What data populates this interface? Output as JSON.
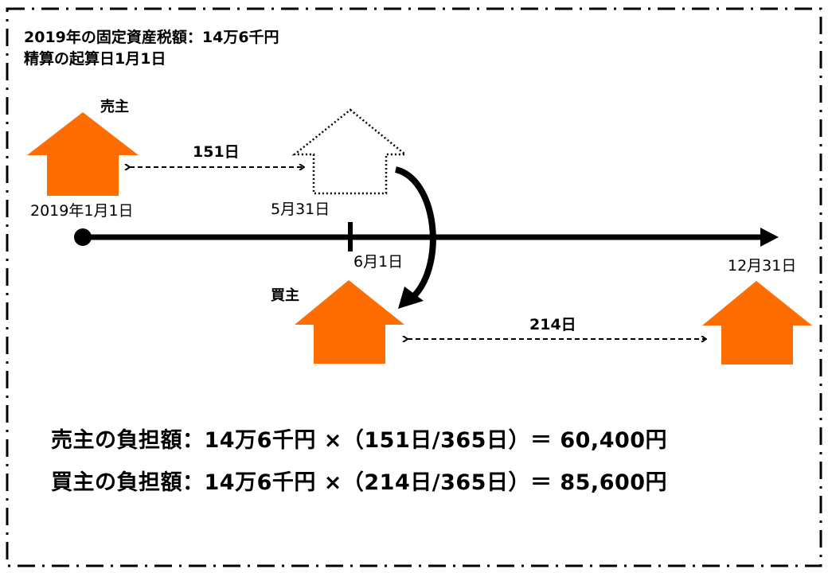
{
  "header": {
    "line1": "2019年の固定資産税額：14万6千円",
    "line2": "精算の起算日1月1日"
  },
  "timeline": {
    "start_date": "2019年1月1日",
    "seller_end_date": "5月31日",
    "buyer_start_date": "6月1日",
    "end_date": "12月31日"
  },
  "parties": {
    "seller": "売主",
    "buyer": "買主"
  },
  "periods": {
    "seller_days": "151日",
    "buyer_days": "214日"
  },
  "formulas": {
    "seller": "売主の負担額：14万6千円 ×（151日/365日）＝ 60,400円",
    "buyer": "買主の負担額：14万6千円 ×（214日/365日）＝ 85,600円"
  },
  "colors": {
    "house": "#FF6D00",
    "line": "#000000"
  }
}
